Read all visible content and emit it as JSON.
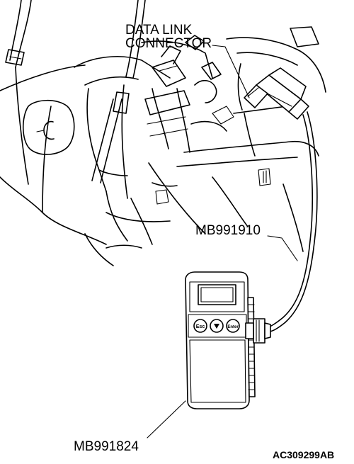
{
  "labels": {
    "data_link_connector_line1": "DATA LINK",
    "data_link_connector_line2": "CONNECTOR",
    "cable": "MB991910",
    "tester": "MB991824",
    "figure_id": "AC309299AB"
  },
  "tester_buttons": {
    "esc": "Esc",
    "enter": "Enter"
  }
}
